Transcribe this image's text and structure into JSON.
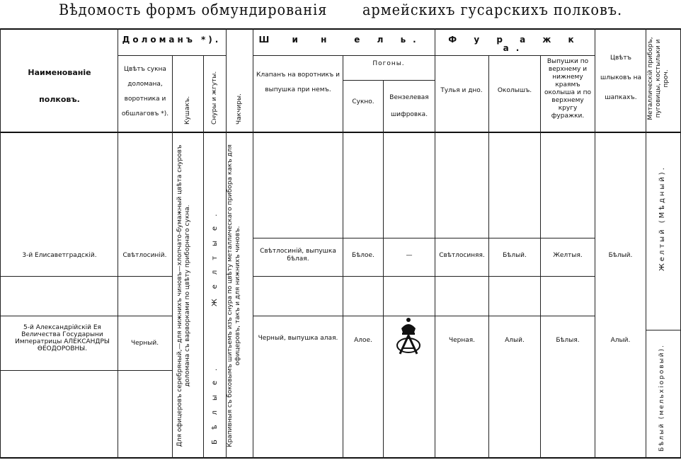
{
  "title": {
    "part1": "Вѣдомость формъ обмундированія",
    "part2": "армейскихъ гусарскихъ полковъ."
  },
  "headers": {
    "regiments": "Наименованіе полковъ.",
    "dolman_group": "Доломанъ *).",
    "dolman_color": "Цвѣтъ сукна доломана, воротника и обшлаговъ *).",
    "sash": "Кушакъ.",
    "cords": "Снуры и жгуты.",
    "chakchiry": "Чакчиры.",
    "overcoat_group_1": "Ш и н",
    "overcoat_group_2": "е л ь.",
    "collar_patch": "Клапанъ на воротникъ и выпушка при немъ.",
    "shoulder_straps": "Погоны.",
    "cloth": "Сукно.",
    "cipher": "Вензелевая шифровка.",
    "cap_group": "Ф у р а ж к а.",
    "crown_bottom": "Тулья и дно.",
    "band": "Околышъ.",
    "piping": "Выпушки по верхнему и нижнему краямъ околыша и по верхнему кругу фуражки.",
    "cord_color": "Цвѣтъ шлыковъ на шапкахъ.",
    "metal": "Металлическій приборъ, пуговицы, костыльки и проч."
  },
  "shared": {
    "sash_text": "Для офицеровъ серебряный,—для нижнихъ чиновъ—хлопчато-бумажный цвѣта снуровъ доломана съ варворками по цвѣту приборнаго сукна.",
    "cords_top": "Желтые.",
    "cords_bottom": "Бѣлые.",
    "chakchiry_text": "Крапивныя съ боковымъ шитьемъ изъ снура по цвѣту металлическаго прибора какъ для офицеровъ, такъ и для нижнихъ чиновъ."
  },
  "rows": [
    {
      "name": "3-й Елисаветградскій.",
      "dolman": "Свѣтлосиній.",
      "collar": "Свѣтлосиній, выпушка бѣлая.",
      "cloth": "Бѣлое.",
      "cipher": "—",
      "crown": "Свѣтлосиняя.",
      "band": "Бѣлый.",
      "piping": "Желтыя.",
      "cord_color": "Бѣлый.",
      "metal": "Желтый (Мѣдный)."
    },
    {
      "name": "5-й Александрійскій Ея Величества Государыни Императрицы АЛЕКСАНДРЫ ѲЕОДОРОВНЫ.",
      "dolman": "Черный.",
      "collar": "Черный, выпушка алая.",
      "cloth": "Алое.",
      "cipher": "crowned-monogram-icon",
      "crown": "Черная.",
      "band": "Алый.",
      "piping": "Бѣлыя.",
      "cord_color": "Алый.",
      "metal": "Бѣлый (мельхіоровый)."
    }
  ]
}
